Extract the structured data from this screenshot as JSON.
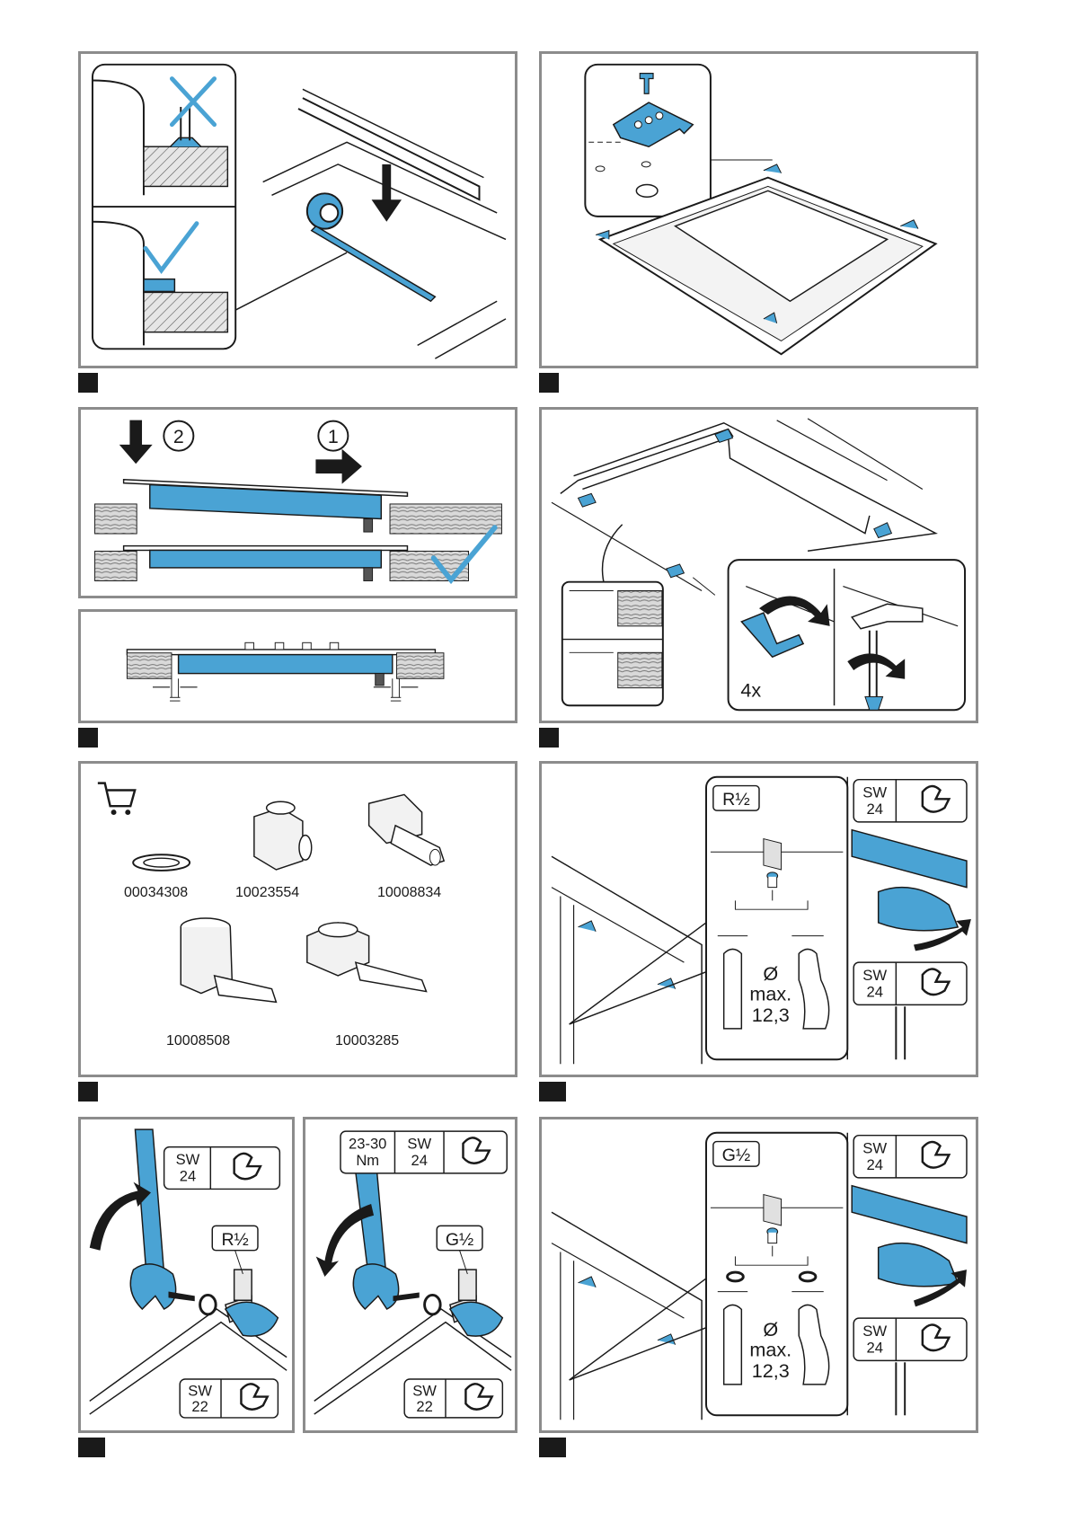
{
  "panel_c": {
    "callout_2": "2",
    "callout_1": "1"
  },
  "panel_f": {
    "quantity": "4x"
  },
  "panel_g": {
    "parts": [
      {
        "number": "00034308",
        "icon": "sealing-ring-icon"
      },
      {
        "number": "10023554",
        "icon": "elbow-adapter-icon"
      },
      {
        "number": "10008834",
        "icon": "straight-hose-nozzle-icon"
      },
      {
        "number": "10008508",
        "icon": "angled-hose-nozzle-icon"
      },
      {
        "number": "10003285",
        "icon": "angled-nut-nozzle-icon"
      }
    ],
    "cart_icon": "shopping-cart-icon"
  },
  "panel_h": {
    "thread": "R½",
    "wrench_top": {
      "sw": "SW",
      "size": "24"
    },
    "wrench_bottom": {
      "sw": "SW",
      "size": "24"
    },
    "diameter": "Ø",
    "max": "max.",
    "max_value": "12,3"
  },
  "panel_i": {
    "wrench_top": {
      "sw": "SW",
      "size": "24"
    },
    "thread": "R½",
    "wrench_bottom": {
      "sw": "SW",
      "size": "22"
    }
  },
  "panel_j": {
    "torque_top": "23-30",
    "torque_unit": "Nm",
    "wrench_top": {
      "sw": "SW",
      "size": "24"
    },
    "thread": "G½",
    "wrench_bottom": {
      "sw": "SW",
      "size": "22"
    }
  },
  "panel_k": {
    "thread": "G½",
    "wrench_top": {
      "sw": "SW",
      "size": "24"
    },
    "wrench_bottom": {
      "sw": "SW",
      "size": "24"
    },
    "diameter": "Ø",
    "max": "max.",
    "max_value": "12,3"
  },
  "colors": {
    "blue": "#4aa3d4",
    "frame": "#8c8c8c",
    "ink": "#1a1a1a"
  }
}
